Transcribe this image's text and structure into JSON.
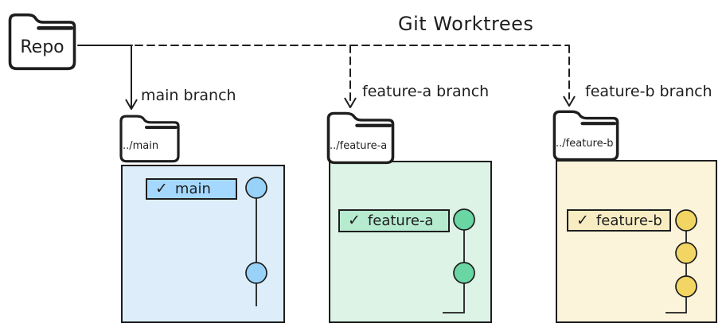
{
  "title": "Git Worktrees",
  "repo": {
    "label": "Repo"
  },
  "worktrees": [
    {
      "id": "main",
      "arrow_label": "main branch",
      "folder_label": "../main",
      "branch_label": "main",
      "check_icon": "✓",
      "commit_count": 2
    },
    {
      "id": "feature-a",
      "arrow_label": "feature-a branch",
      "folder_label": "../feature-a",
      "branch_label": "feature-a",
      "check_icon": "✓",
      "commit_count": 2
    },
    {
      "id": "feature-b",
      "arrow_label": "feature-b branch",
      "folder_label": "../feature-b",
      "branch_label": "feature-b",
      "check_icon": "✓",
      "commit_count": 3
    }
  ],
  "colors": {
    "ink": "#1e1e1e",
    "blue_panel": "#ddeefa",
    "blue_box": "#a5d8ff",
    "blue_commit": "#99d2f8",
    "green_panel": "#dcf3e6",
    "green_box": "#b6ebcf",
    "green_commit": "#69d6a4",
    "yellow_panel": "#fbf3da",
    "yellow_box": "#f8edc2",
    "yellow_commit": "#f2d563"
  }
}
